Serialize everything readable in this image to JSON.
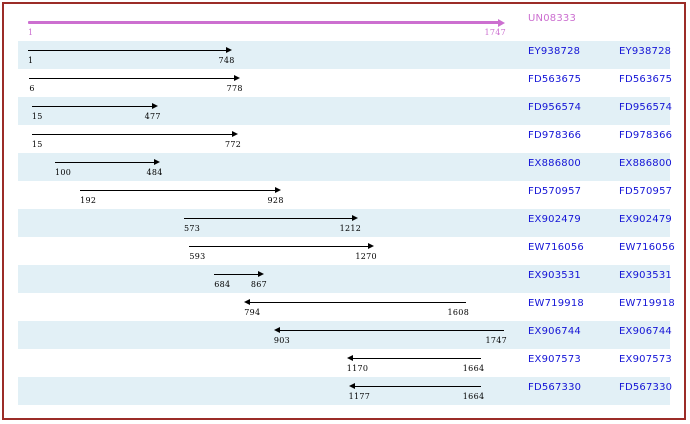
{
  "view": {
    "border_color": "#9b2c28",
    "band_color": "#e2f0f6",
    "accession_color": "#1414d6",
    "query_color": "#cc6fd0",
    "track_color": "#000000"
  },
  "query": {
    "label": "UN08333",
    "start": "1",
    "end": "1747",
    "start_value": 1,
    "end_value": 1747,
    "strand": "plus"
  },
  "axis": {
    "min": 1,
    "max": 1747
  },
  "hits": [
    {
      "accession": "EY938728",
      "accession2": "EY938728",
      "start": "1",
      "end": "748",
      "start_value": 1,
      "end_value": 748,
      "strand": "plus"
    },
    {
      "accession": "FD563675",
      "accession2": "FD563675",
      "start": "6",
      "end": "778",
      "start_value": 6,
      "end_value": 778,
      "strand": "plus"
    },
    {
      "accession": "FD956574",
      "accession2": "FD956574",
      "start": "15",
      "end": "477",
      "start_value": 15,
      "end_value": 477,
      "strand": "plus"
    },
    {
      "accession": "FD978366",
      "accession2": "FD978366",
      "start": "15",
      "end": "772",
      "start_value": 15,
      "end_value": 772,
      "strand": "plus"
    },
    {
      "accession": "EX886800",
      "accession2": "EX886800",
      "start": "100",
      "end": "484",
      "start_value": 100,
      "end_value": 484,
      "strand": "plus"
    },
    {
      "accession": "FD570957",
      "accession2": "FD570957",
      "start": "192",
      "end": "928",
      "start_value": 192,
      "end_value": 928,
      "strand": "plus"
    },
    {
      "accession": "EX902479",
      "accession2": "EX902479",
      "start": "573",
      "end": "1212",
      "start_value": 573,
      "end_value": 1212,
      "strand": "plus"
    },
    {
      "accession": "EW716056",
      "accession2": "EW716056",
      "start": "593",
      "end": "1270",
      "start_value": 593,
      "end_value": 1270,
      "strand": "plus"
    },
    {
      "accession": "EX903531",
      "accession2": "EX903531",
      "start": "684",
      "end": "867",
      "start_value": 684,
      "end_value": 867,
      "strand": "plus"
    },
    {
      "accession": "EW719918",
      "accession2": "EW719918",
      "start": "794",
      "end": "1608",
      "start_value": 794,
      "end_value": 1608,
      "strand": "minus"
    },
    {
      "accession": "EX906744",
      "accession2": "EX906744",
      "start": "903",
      "end": "1747",
      "start_value": 903,
      "end_value": 1747,
      "strand": "minus"
    },
    {
      "accession": "EX907573",
      "accession2": "EX907573",
      "start": "1170",
      "end": "1664",
      "start_value": 1170,
      "end_value": 1664,
      "strand": "minus"
    },
    {
      "accession": "FD567330",
      "accession2": "FD567330",
      "start": "1177",
      "end": "1664",
      "start_value": 1177,
      "end_value": 1664,
      "strand": "minus"
    }
  ]
}
